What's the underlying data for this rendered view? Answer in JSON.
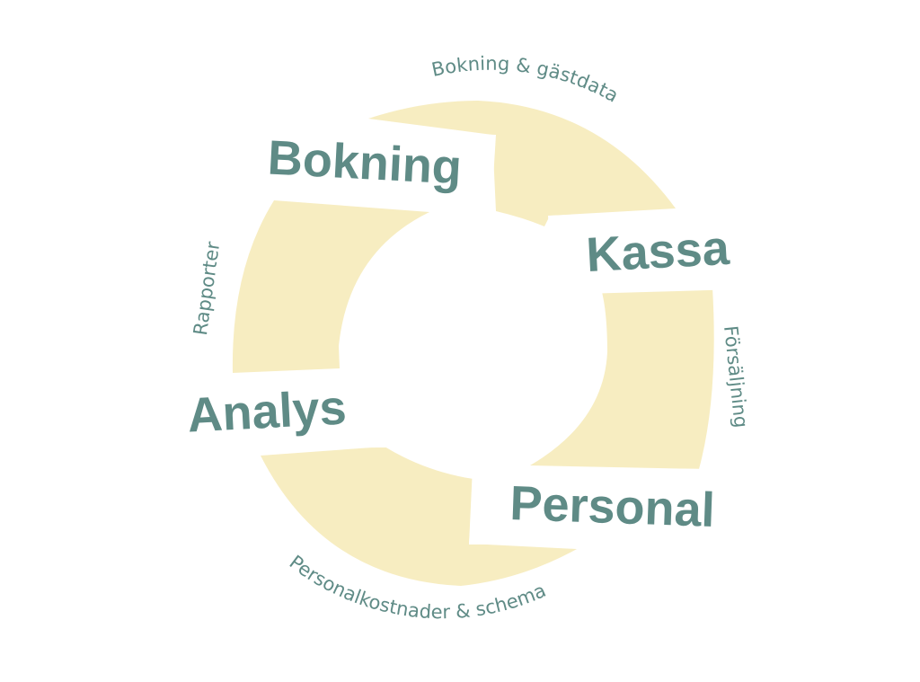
{
  "colors": {
    "ring": "#f7edc1",
    "label": "#5f8b86",
    "background": "#ffffff"
  },
  "stages": [
    {
      "label": "Bokning"
    },
    {
      "label": "Kassa"
    },
    {
      "label": "Personal"
    },
    {
      "label": "Analys"
    }
  ],
  "connectors": [
    {
      "label": "Bokning & gästdata"
    },
    {
      "label": "Försäljning"
    },
    {
      "label": "Personalkostnader & schema"
    },
    {
      "label": "Rapporter"
    }
  ]
}
